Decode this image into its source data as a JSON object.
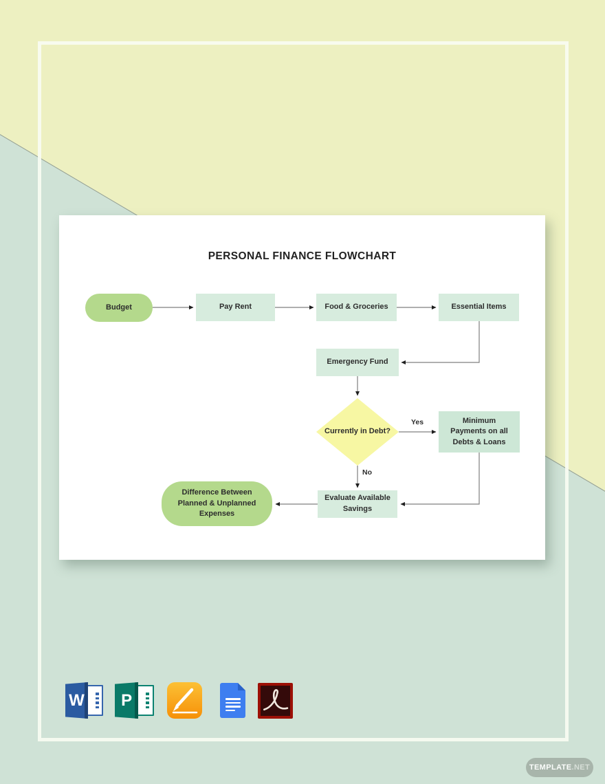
{
  "background": {
    "yellow_hex": "#edf0c1",
    "green_hex": "#cfe2d6",
    "diagonal_line_hex": "#8b9282",
    "frame_hex": "#f9fcf2"
  },
  "flowchart": {
    "title": "PERSONAL FINANCE FLOWCHART",
    "colors": {
      "terminal_fill": "#b4d98c",
      "process_fill": "#d7ecde",
      "process_fill_alt": "#cde7d6",
      "decision_fill": "#f7f7a3",
      "connector_line": "#7f7f7f",
      "arrowhead": "#1f1f1f",
      "text": "#2d2d2d"
    },
    "nodes": {
      "budget": {
        "label": "Budget",
        "type": "terminal"
      },
      "pay_rent": {
        "label": "Pay Rent",
        "type": "process"
      },
      "food_groceries": {
        "label": "Food & Groceries",
        "type": "process"
      },
      "essential_items": {
        "label": "Essential Items",
        "type": "process"
      },
      "emergency_fund": {
        "label": "Emergency Fund",
        "type": "process"
      },
      "currently_in_debt": {
        "label": "Currently in Debt?",
        "type": "decision"
      },
      "minimum_payments": {
        "label": "Minimum Payments on all Debts & Loans",
        "type": "process"
      },
      "evaluate_savings": {
        "label": "Evaluate Available Savings",
        "type": "process"
      },
      "difference_expenses": {
        "label": "Difference Between Planned & Unplanned Expenses",
        "type": "terminal"
      }
    },
    "edge_labels": {
      "yes": "Yes",
      "no": "No"
    }
  },
  "footer": {
    "format_icons": [
      {
        "name": "microsoft-word",
        "letter": "W"
      },
      {
        "name": "microsoft-publisher",
        "letter": "P"
      },
      {
        "name": "apple-pages"
      },
      {
        "name": "google-docs"
      },
      {
        "name": "adobe-pdf"
      }
    ],
    "watermark": {
      "brand": "TEMPLATE",
      "suffix": ".NET"
    }
  }
}
